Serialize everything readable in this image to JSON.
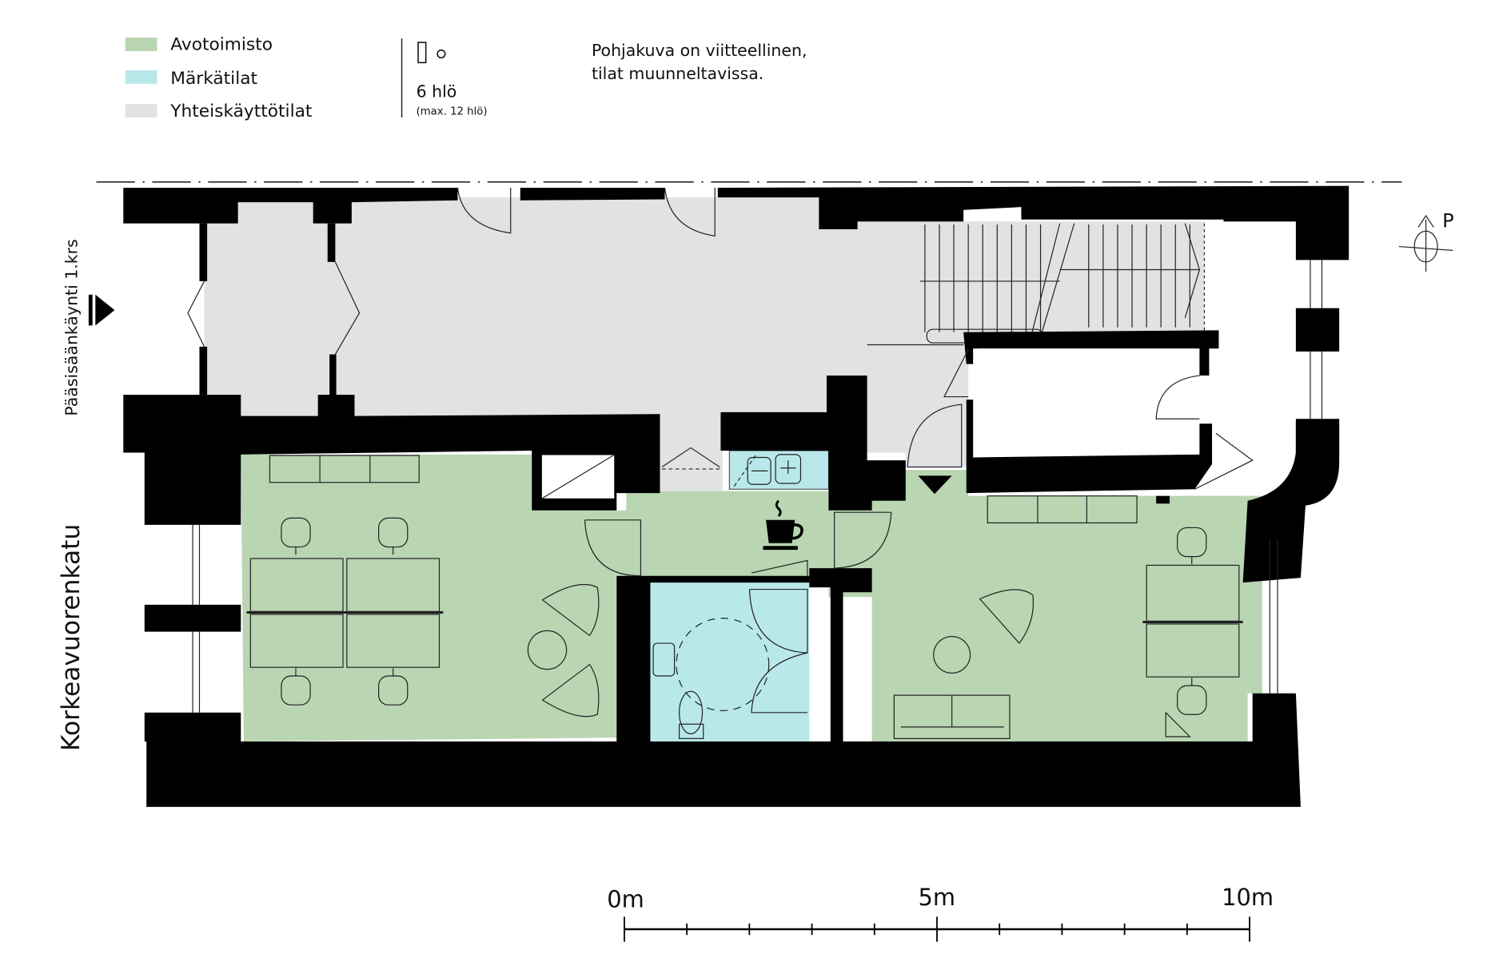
{
  "legend": {
    "items": [
      {
        "label": "Avotoimisto",
        "color": "#b9d5b2"
      },
      {
        "label": "Märkätilat",
        "color": "#b9e8ea"
      },
      {
        "label": "Yhteiskäyttötilat",
        "color": "#e1e2e4"
      }
    ],
    "capacity": {
      "icon": "desk-chair-icon",
      "people": "6 hlö",
      "max": "(max. 12 hlö)"
    },
    "note_line1": "Pohjakuva on viitteellinen,",
    "note_line2": "tilat muunneltavissa."
  },
  "labels": {
    "entrance": "Pääsisäänkäynti 1.krs",
    "street": "Korkeavuorenkatu",
    "north": "P"
  },
  "scale": {
    "zero": "0m",
    "mid": "5m",
    "end": "10m",
    "range_m": [
      0,
      10
    ],
    "ticks_m": [
      0,
      1,
      2,
      3,
      4,
      5,
      6,
      7,
      8,
      9,
      10
    ]
  },
  "colors": {
    "office": "#b9d5b2",
    "wet": "#b9e8ea",
    "common": "#e1e2e4",
    "wall": "#000000"
  }
}
